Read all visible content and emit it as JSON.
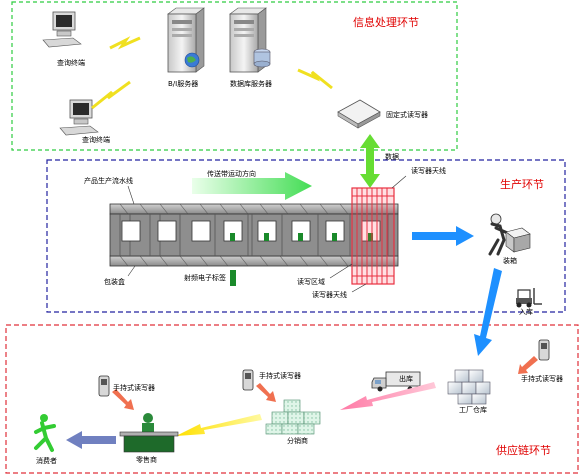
{
  "sections": {
    "info": "信息处理环节",
    "production": "生产环节",
    "supply": "供应链环节"
  },
  "labels": {
    "query_terminal_1": "查询终端",
    "query_terminal_2": "查询终端",
    "bi_server": "B/I服务器",
    "db_server": "数据库服务器",
    "fixed_reader": "固定式读写器",
    "data": "数据",
    "product_line": "产品生产流水线",
    "conveyor_direction": "传送带运动方向",
    "reader_antenna_top": "读写器天线",
    "packaging_box": "包装盒",
    "rfid_tag": "射频电子标签",
    "read_area": "读写区域",
    "reader_antenna_bottom": "读写器天线",
    "packing": "装箱",
    "warehouse_in": "入库",
    "handheld_reader_right": "手持式读写器",
    "shipping": "出库",
    "factory_warehouse": "工厂仓库",
    "handheld_reader_mid": "手持式读写器",
    "distributor": "分销商",
    "handheld_reader_left": "手持式读写器",
    "retailer": "零售商",
    "consumer": "消费者"
  },
  "colors": {
    "info_border": "#2ecc40",
    "production_border": "#2323a0",
    "supply_border": "#e0303a",
    "section_title": "#e00000",
    "data_arrow": "#66dd33",
    "direction_arrow": "#66ee66",
    "flow_arrow": "#1e90ff",
    "pink_arrow": "#ff99bb",
    "yellow_arrow": "#ffee33",
    "purple_arrow": "#7080c0",
    "signal": "#f0e020",
    "rfid_zone": "#e83040",
    "tag_green": "#1a8a2a"
  },
  "icons": [
    "computer-icon",
    "server-icon",
    "database-server-icon",
    "reader-device-icon",
    "worker-icon",
    "forklift-icon",
    "handheld-reader-icon",
    "truck-icon",
    "boxes-icon",
    "counter-icon",
    "consumer-icon",
    "lightning-signal-icon"
  ]
}
